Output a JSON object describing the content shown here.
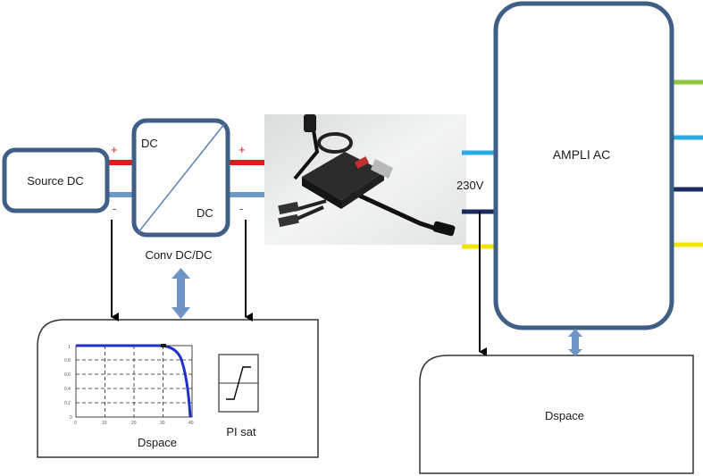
{
  "source_dc": {
    "label": "Source DC"
  },
  "converter": {
    "top_label": "DC",
    "bottom_label": "DC",
    "caption": "Conv DC/DC"
  },
  "polarity": {
    "source_plus": "+",
    "source_minus": "-",
    "conv_plus": "+",
    "conv_minus": "-"
  },
  "voltage_label": "230V",
  "ampli": {
    "label": "AMPLI AC"
  },
  "dspace_left": {
    "label": "Dspace",
    "pi_label": "PI sat"
  },
  "dspace_right": {
    "label": "Dspace"
  },
  "iv_plot": {
    "type": "line",
    "x_ticks": [
      "0",
      "10",
      "20",
      "30",
      "40"
    ],
    "y_ticks": [
      "1",
      "0.8",
      "0.6",
      "0.4",
      "0.2",
      "0"
    ],
    "series_color": "#1f2fc8"
  },
  "colors": {
    "box_border": "#3f5f86",
    "positive_wire": "#e31a1c",
    "negative_wire": "#6f96c8",
    "double_arrow": "#6f94c6",
    "ac_green": "#8cc63f",
    "ac_light_blue": "#29abe2",
    "ac_navy": "#1b2a5c",
    "ac_yellow": "#f2e600"
  }
}
